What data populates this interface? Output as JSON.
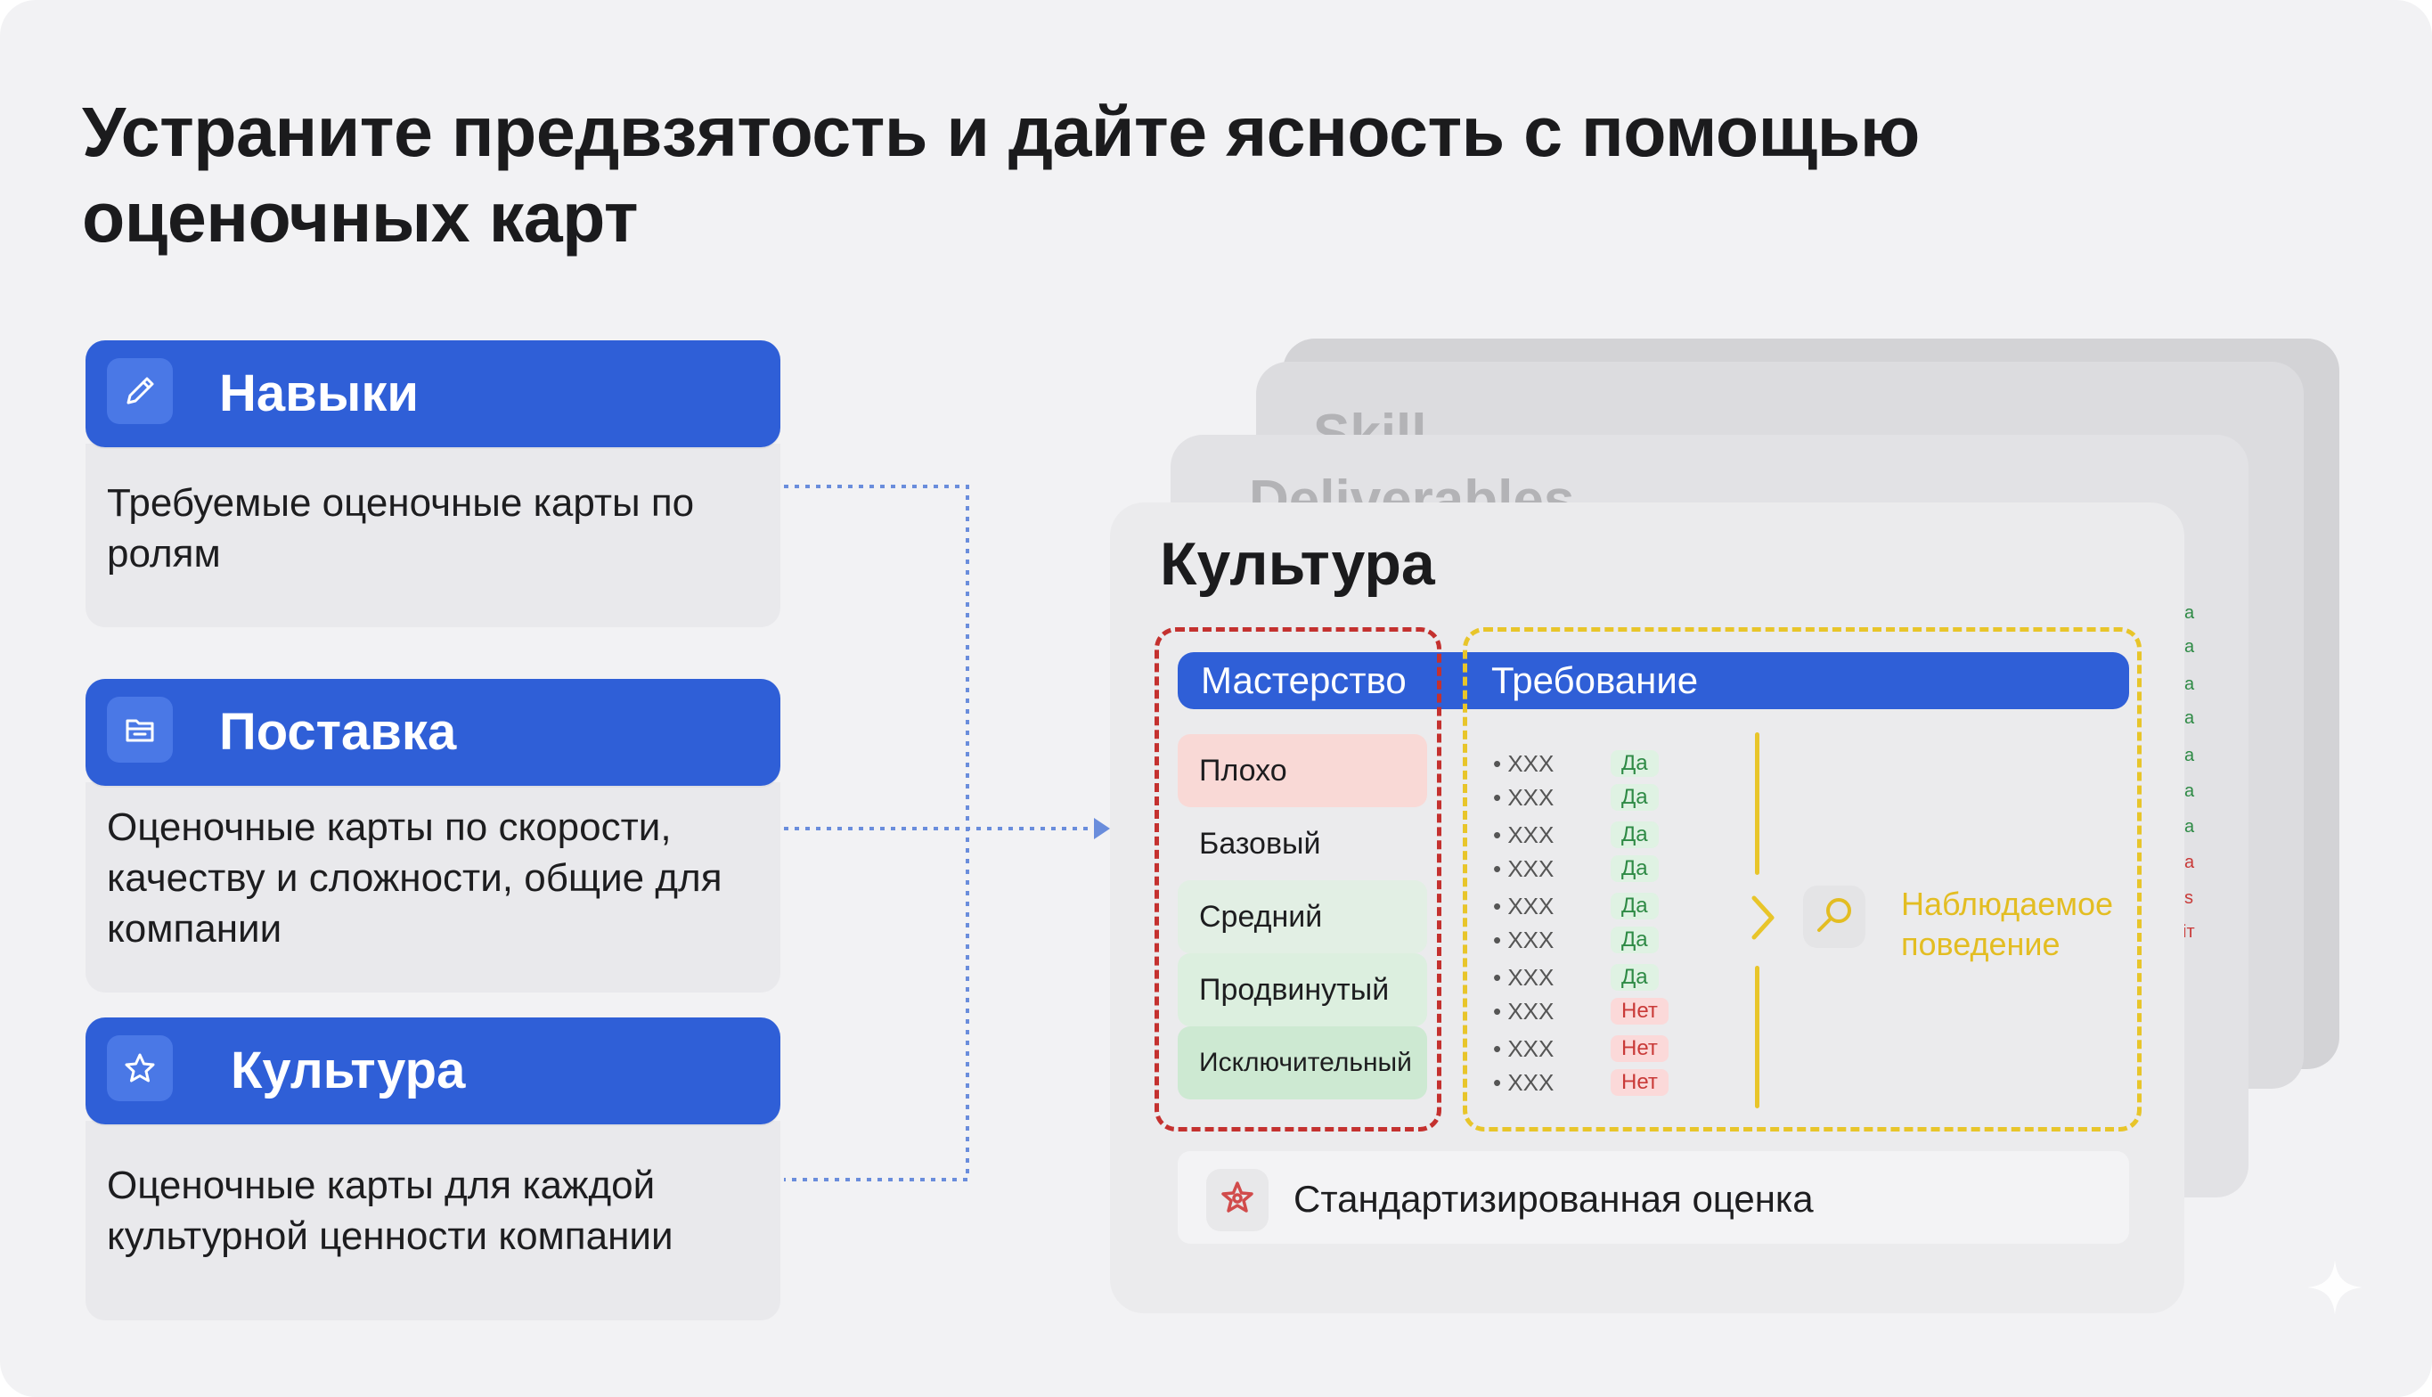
{
  "title": "Устраните предвзятость и дайте ясность с помощью оценочных карт",
  "categories": [
    {
      "label": "Навыки",
      "description": "Требуемые оценочные карты по ролям",
      "icon": "pen-icon"
    },
    {
      "label": "Поставка",
      "description": "Оценочные карты по скорости, качеству и сложности, общие для компании",
      "icon": "folder-icon"
    },
    {
      "label": "Культура",
      "description": "Оценочные карты для каждой культурной ценности компании",
      "icon": "star-icon"
    }
  ],
  "background_cards": [
    "Skill",
    "Deliverables"
  ],
  "card": {
    "title": "Культура",
    "mastery_header": "Мастерство",
    "requirement_header": "Требование",
    "levels": [
      "Плохо",
      "Базовый",
      "Средний",
      "Продвинутый",
      "Исключительный"
    ],
    "requirements": [
      {
        "text": "• XXX",
        "answer": "Да"
      },
      {
        "text": "• XXX",
        "answer": "Да"
      },
      {
        "text": "• XXX",
        "answer": "Да"
      },
      {
        "text": "• XXX",
        "answer": "Да"
      },
      {
        "text": "• XXX",
        "answer": "Да"
      },
      {
        "text": "• XXX",
        "answer": "Да"
      },
      {
        "text": "• XXX",
        "answer": "Да"
      },
      {
        "text": "• XXX",
        "answer": "Нет"
      },
      {
        "text": "• XXX",
        "answer": "Нет"
      },
      {
        "text": "• XXX",
        "answer": "Нет"
      }
    ],
    "observed_behavior": "Наблюдаемое поведение",
    "footer": "Стандартизированная оценка"
  },
  "colors": {
    "accent": "#2f5fd7",
    "mastery_border": "#c4312f",
    "requirement_border": "#e8c52a",
    "yes": "#2e8a45",
    "no": "#c93a38"
  }
}
